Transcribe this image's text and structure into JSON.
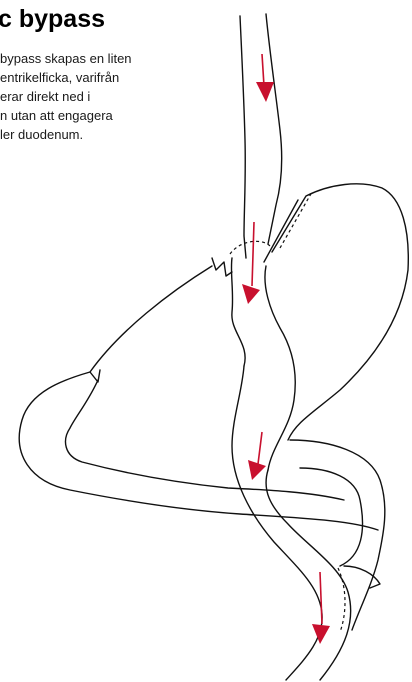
{
  "title": "c bypass",
  "description_lines": [
    "bypass skapas en liten",
    "entrikelficka, varifrån",
    "erar direkt ned i",
    "n utan att engagera",
    "ler duodenum."
  ],
  "colors": {
    "outline": "#111111",
    "flow_arrow": "#c8102e"
  }
}
